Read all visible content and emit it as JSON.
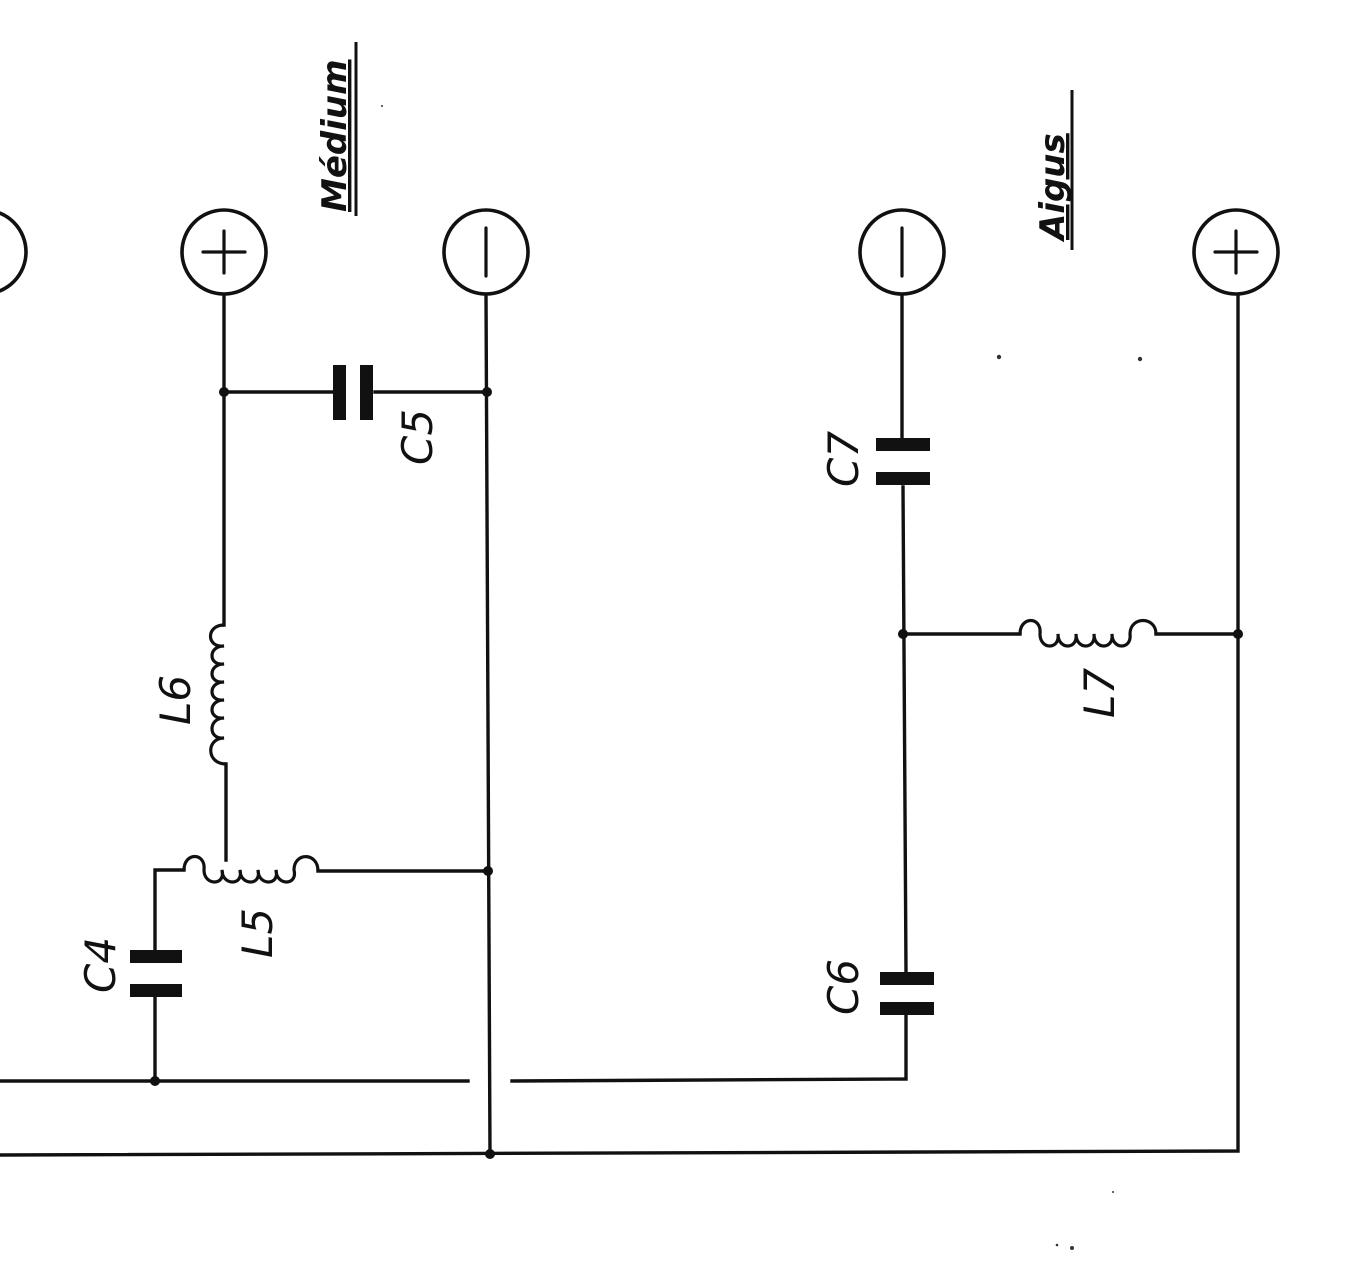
{
  "sections": {
    "medium_title": "Médium",
    "aigus_title": "Aigus"
  },
  "labels": {
    "C4": "C4",
    "C5": "C5",
    "C6": "C6",
    "C7": "C7",
    "L5": "L5",
    "L6": "L6",
    "L7": "L7"
  },
  "terminals": {
    "medium_plus": "+",
    "medium_minus": "−",
    "aigus_minus": "−",
    "aigus_plus": "+"
  }
}
